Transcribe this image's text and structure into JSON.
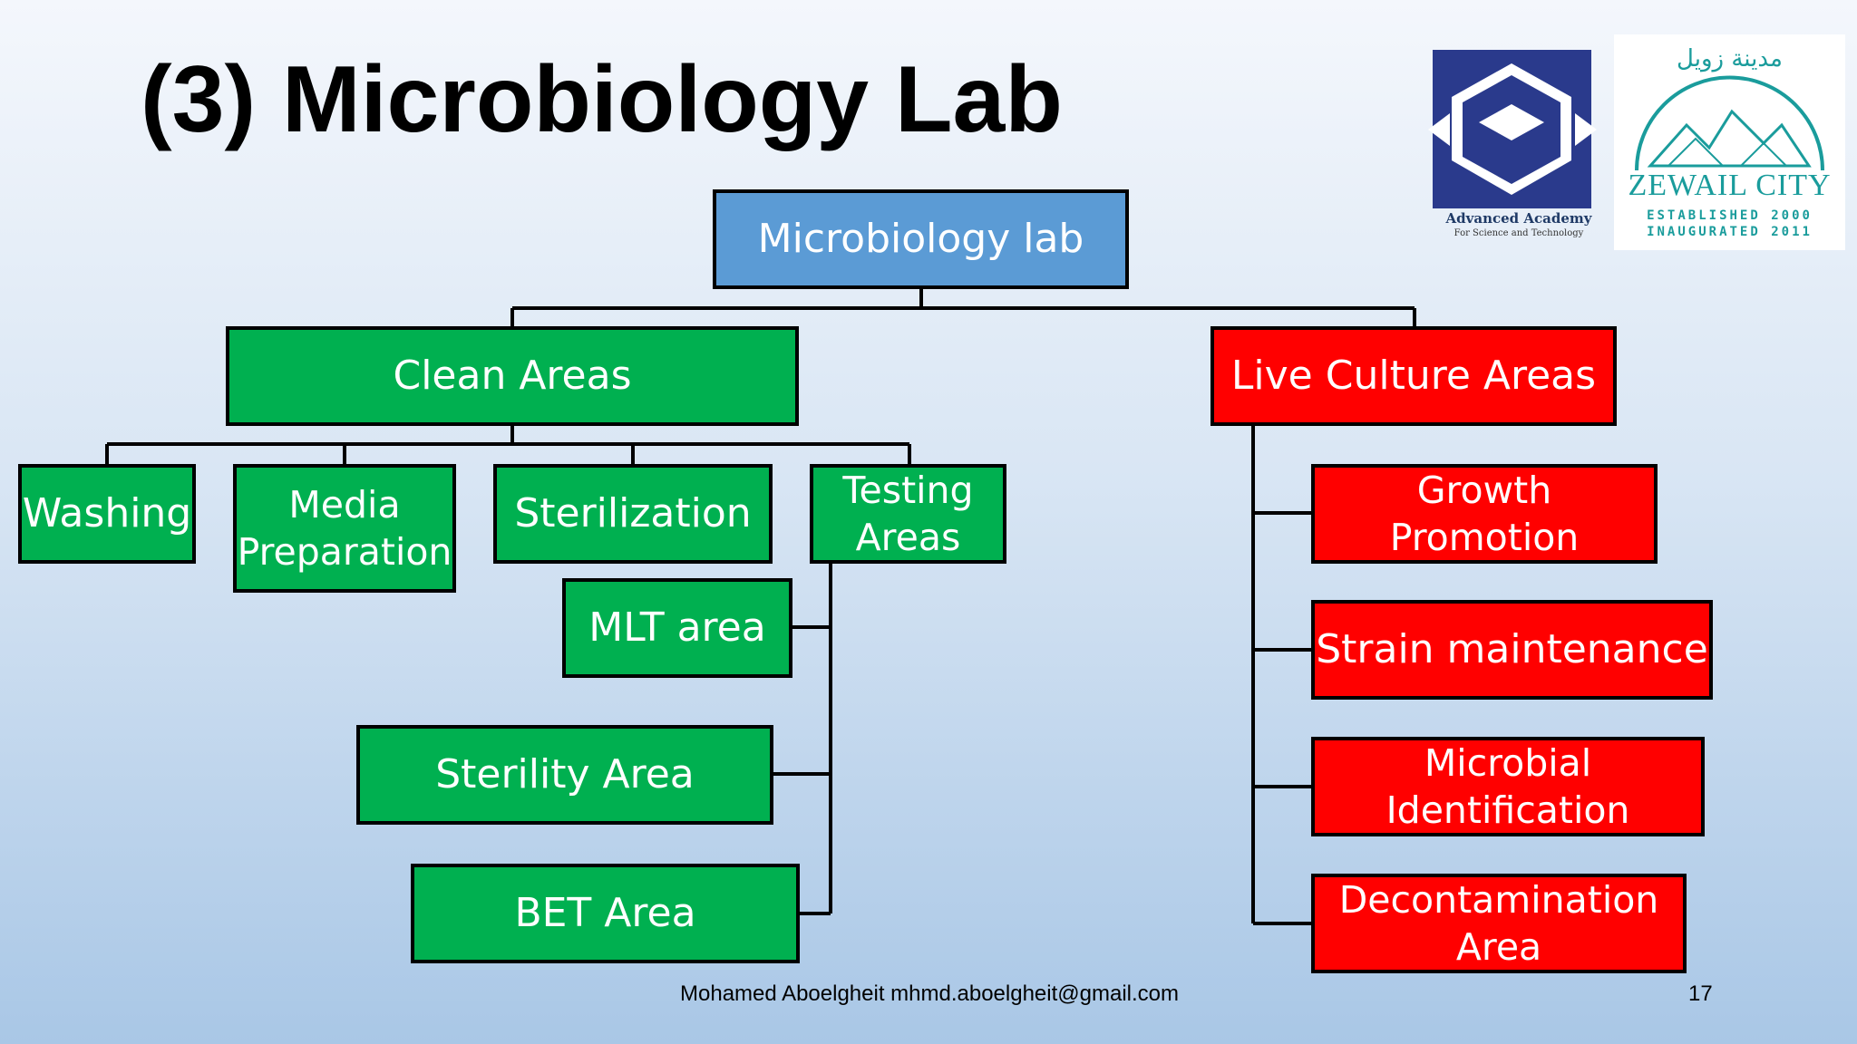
{
  "slide": {
    "title": "(3) Microbiology Lab",
    "footer": "Mohamed Aboelgheit mhmd.aboelgheit@gmail.com",
    "page_number": "17"
  },
  "logos": {
    "academy": {
      "name": "Advanced Academy",
      "subtitle": "For Science and Technology",
      "color": "#2a3a8c"
    },
    "zewail": {
      "arabic": "مدينة زويل",
      "name": "ZEWAIL CITY",
      "established": "ESTABLISHED 2000",
      "inaugurated": "INAUGURATED 2011",
      "color": "#1a9c9c"
    }
  },
  "colors": {
    "root": "#5b9bd5",
    "clean": "#00b050",
    "live": "#ff0000",
    "line": "#000000"
  },
  "diagram": {
    "root": "Microbiology lab",
    "clean": {
      "label": "Clean Areas",
      "washing": "Washing",
      "media": [
        "Media",
        "Preparation"
      ],
      "sterilization": "Sterilization",
      "testing": {
        "label": [
          "Testing",
          "Areas"
        ],
        "mlt": "MLT area",
        "sterility": "Sterility Area",
        "bet": "BET Area"
      }
    },
    "live": {
      "label": "Live Culture Areas",
      "growth": [
        "Growth",
        "Promotion"
      ],
      "strain": "Strain maintenance",
      "microbial": [
        "Microbial",
        "Identification"
      ],
      "decon": [
        "Decontamination",
        "Area"
      ]
    }
  }
}
